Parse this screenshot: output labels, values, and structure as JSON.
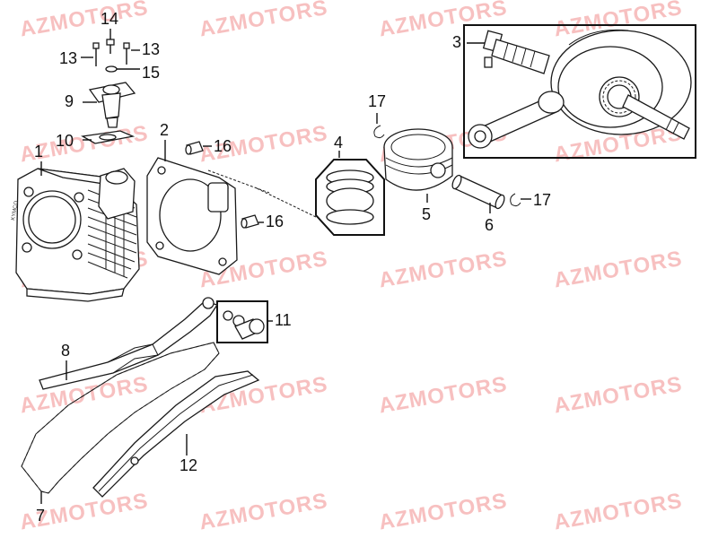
{
  "watermark": {
    "text": "AZMOTORS",
    "color": "#e84646"
  },
  "callouts": {
    "n1": "1",
    "n2": "2",
    "n3": "3",
    "n4": "4",
    "n5": "5",
    "n6": "6",
    "n7": "7",
    "n8": "8",
    "n9": "9",
    "n10": "10",
    "n11": "11",
    "n12": "12",
    "n13_left": "13",
    "n13_right": "13",
    "n14": "14",
    "n15": "15",
    "n16_top": "16",
    "n16_bottom": "16",
    "n17_top": "17",
    "n17_right": "17"
  },
  "cylinder_brand": "KYMCO"
}
